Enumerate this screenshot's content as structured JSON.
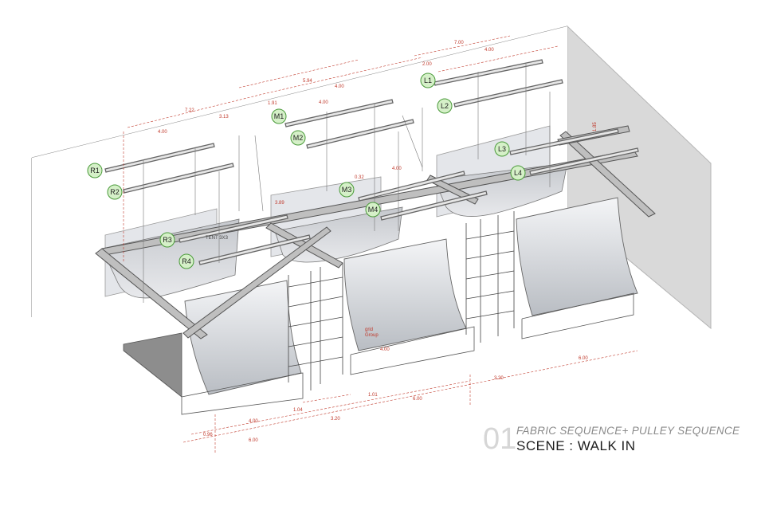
{
  "labels": {
    "R1": "R1",
    "R2": "R2",
    "R3": "R3",
    "R4": "R4",
    "M1": "M1",
    "M2": "M2",
    "M3": "M3",
    "M4": "M4",
    "L1": "L1",
    "L2": "L2",
    "L3": "L3",
    "L4": "L4"
  },
  "dimensions": {
    "d7_22": "7.22",
    "d3_13": "3.13",
    "d5_94": "5.94",
    "d4_00a": "4.00",
    "d7_00": "7.00",
    "d4_00b": "4.00",
    "d2_00": "2.00",
    "d1_91": "1.91",
    "d4_00c": "4.00",
    "d4_00d": "4.00",
    "d4_00e": "4.00",
    "d0_32": "0.32",
    "d3_89": "3.89",
    "d1_85": "1.85",
    "d6_00a": "6.00",
    "d3_20a": "3.20",
    "d6_00b": "6.00",
    "d1_01": "1.01",
    "d1_04": "1.04",
    "d4_00f": "4.00",
    "d3_20b": "3.20",
    "d0_96": "0.96",
    "d6_00c": "6.00"
  },
  "notes": {
    "tent": "TENT 3X3",
    "grid_a": "grid",
    "grid_b": "Group",
    "grid_c": "4.00"
  },
  "caption": {
    "number": "01",
    "subtitle": "FABRIC SEQUENCE+ PULLEY SEQUENCE",
    "title": "SCENE : WALK IN"
  },
  "colors": {
    "label_fill": "#d5f0c8",
    "label_stroke": "#4a9a3a",
    "dimension": "#c0392b",
    "fabric": "#d0d3d8",
    "wall": "#d9d9d9"
  }
}
